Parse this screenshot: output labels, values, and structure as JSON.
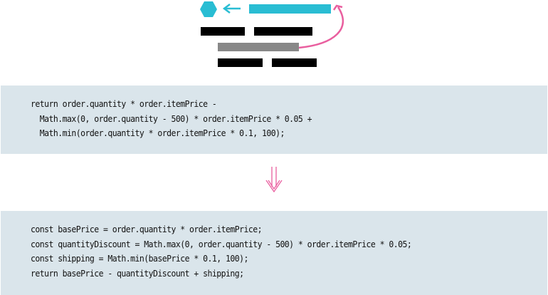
{
  "diagram": {
    "description": "Refactoring icon: extract expression into variable",
    "colors": {
      "accent": "#29bdd3",
      "highlight": "#888888",
      "arrow": "#e95f9f",
      "line": "#000000"
    }
  },
  "before": {
    "lines": [
      "return order.quantity * order.itemPrice -",
      "  Math.max(0, order.quantity - 500) * order.itemPrice * 0.05 +",
      "  Math.min(order.quantity * order.itemPrice * 0.1, 100);"
    ]
  },
  "transform_arrow": {
    "icon": "double-down-arrow",
    "color": "#e95f9f"
  },
  "after": {
    "lines": [
      "const basePrice = order.quantity * order.itemPrice;",
      "const quantityDiscount = Math.max(0, order.quantity - 500) * order.itemPrice * 0.05;",
      "const shipping = Math.min(basePrice * 0.1, 100);",
      "return basePrice - quantityDiscount + shipping;"
    ]
  },
  "colors": {
    "code_background": "#dae5eb",
    "code_text": "#111111"
  }
}
